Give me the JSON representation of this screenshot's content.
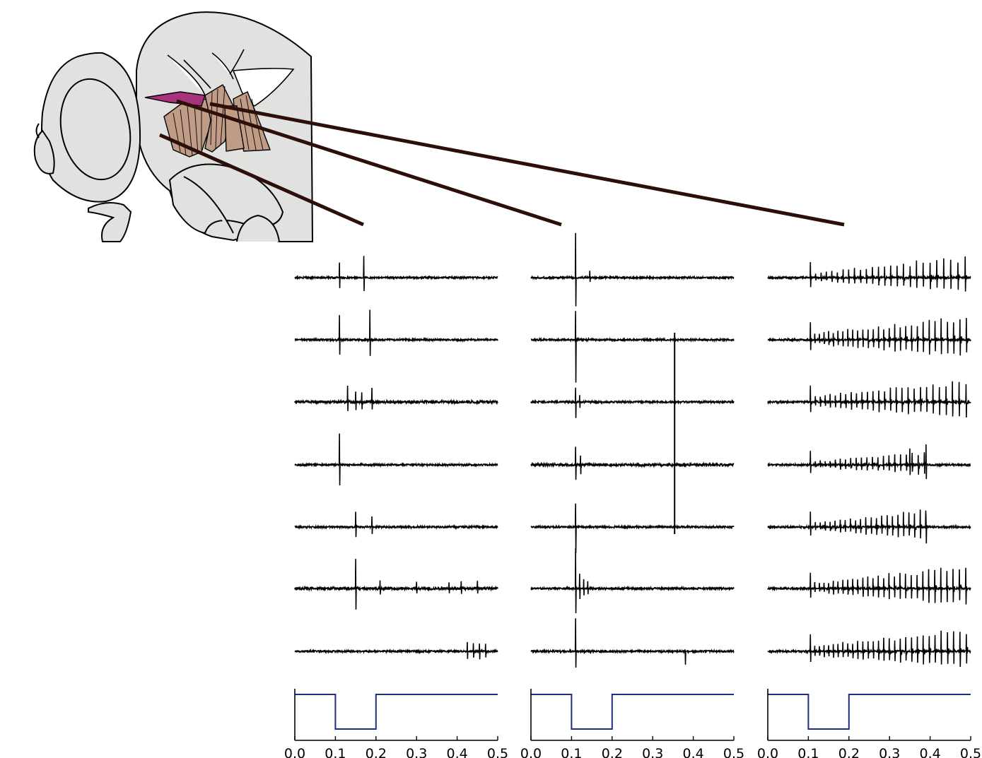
{
  "figure": {
    "illustration": {
      "name": "fly thorax flight-muscle illustration",
      "colors": {
        "body": "#e1e2e0",
        "outline": "#000000",
        "muscle": "#c09b85",
        "highlight_muscle": "#a9327c",
        "electrode": "#2b0f08"
      }
    },
    "chart_data": {
      "type": "line",
      "panels": [
        {
          "name": "recording-1",
          "trials": [
            {
              "spikes": [
                [
                  0.11,
                  22,
                  14
                ],
                [
                  0.17,
                  30,
                  20
                ]
              ]
            },
            {
              "spikes": [
                [
                  0.11,
                  36,
                  20
                ],
                [
                  0.185,
                  42,
                  22
                ]
              ]
            },
            {
              "spikes": [
                [
                  0.13,
                  22,
                  12
                ],
                [
                  0.15,
                  16,
                  10
                ],
                [
                  0.165,
                  12,
                  10
                ],
                [
                  0.19,
                  20,
                  12
                ]
              ],
              "noise": 1.8
            },
            {
              "spikes": [
                [
                  0.11,
                  44,
                  28
                ]
              ]
            },
            {
              "spikes": [
                [
                  0.15,
                  22,
                  14
                ],
                [
                  0.19,
                  16,
                  10
                ]
              ]
            },
            {
              "spikes": [
                [
                  0.15,
                  42,
                  30
                ],
                [
                  0.21,
                  12,
                  8
                ],
                [
                  0.3,
                  8,
                  6
                ],
                [
                  0.38,
                  10,
                  8
                ],
                [
                  0.41,
                  10,
                  8
                ],
                [
                  0.45,
                  10,
                  8
                ]
              ],
              "noise": 1.8
            },
            {
              "spikes": [
                [
                  0.425,
                  14,
                  10
                ],
                [
                  0.44,
                  12,
                  10
                ],
                [
                  0.455,
                  12,
                  12
                ],
                [
                  0.47,
                  10,
                  8
                ]
              ]
            }
          ]
        },
        {
          "name": "recording-2",
          "trials": [
            {
              "spikes": [
                [
                  0.11,
                  62,
                  40
                ],
                [
                  0.145,
                  10,
                  6
                ]
              ]
            },
            {
              "spikes": [
                [
                  0.11,
                  40,
                  60
                ]
              ]
            },
            {
              "spikes": [
                [
                  0.11,
                  20,
                  22
                ],
                [
                  0.12,
                  10,
                  8
                ]
              ]
            },
            {
              "spikes": [
                [
                  0.11,
                  26,
                  20
                ],
                [
                  0.122,
                  14,
                  14
                ]
              ],
              "noise": 1.8
            },
            {
              "spikes": [
                [
                  0.11,
                  34,
                  36
                ]
              ]
            },
            {
              "spikes": [
                [
                  0.11,
                  56,
                  34
                ],
                [
                  0.12,
                  22,
                  14
                ],
                [
                  0.13,
                  14,
                  10
                ],
                [
                  0.14,
                  10,
                  8
                ]
              ]
            },
            {
              "spikes": [
                [
                  0.11,
                  46,
                  22
                ],
                [
                  0.38,
                  2,
                  20
                ]
              ]
            }
          ],
          "cross_trial_event": {
            "x": 0.354,
            "from_trial": 2,
            "to_trial": 5
          }
        },
        {
          "name": "recording-3",
          "trials": [
            {
              "burst": {
                "start": 0.105,
                "end": 0.49,
                "amp_start": 6,
                "amp_end": 28,
                "period_start": 0.013,
                "period_end": 0.018
              }
            },
            {
              "burst": {
                "start": 0.105,
                "end": 0.49,
                "amp_start": 8,
                "amp_end": 32,
                "period_start": 0.011,
                "period_end": 0.016
              }
            },
            {
              "burst": {
                "start": 0.105,
                "end": 0.5,
                "amp_start": 8,
                "amp_end": 30,
                "period_start": 0.012,
                "period_end": 0.017
              }
            },
            {
              "burst": {
                "start": 0.105,
                "end": 0.39,
                "amp_start": 4,
                "amp_end": 18,
                "period_start": 0.012,
                "period_end": 0.015
              },
              "spikes": [
                [
                  0.35,
                  22,
                  14
                ],
                [
                  0.39,
                  30,
                  20
                ]
              ]
            },
            {
              "burst": {
                "start": 0.105,
                "end": 0.39,
                "amp_start": 5,
                "amp_end": 24,
                "period_start": 0.012,
                "period_end": 0.014
              },
              "spikes": [
                [
                  0.39,
                  28,
                  22
                ]
              ]
            },
            {
              "burst": {
                "start": 0.105,
                "end": 0.5,
                "amp_start": 7,
                "amp_end": 32,
                "period_start": 0.011,
                "period_end": 0.016
              }
            },
            {
              "burst": {
                "start": 0.105,
                "end": 0.49,
                "amp_start": 8,
                "amp_end": 30,
                "period_start": 0.011,
                "period_end": 0.016
              }
            }
          ]
        }
      ],
      "stimulus": {
        "x": [
          0.0,
          0.1,
          0.1,
          0.2,
          0.2,
          0.5
        ],
        "y": [
          1,
          1,
          0,
          0,
          1,
          1
        ],
        "color": "#1f2d86"
      },
      "trace_color": "#000000",
      "xlim": [
        0.0,
        0.5
      ],
      "xticks": [
        "0.0",
        "0.1",
        "0.2",
        "0.3",
        "0.4",
        "0.5"
      ],
      "grid": false
    }
  }
}
